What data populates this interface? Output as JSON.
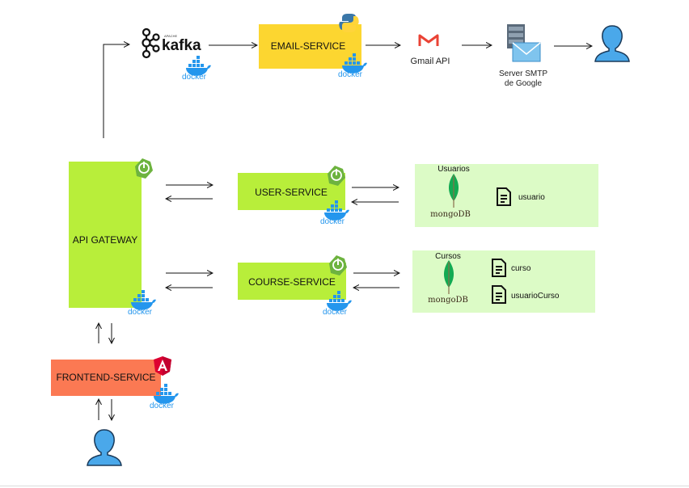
{
  "kafka": {
    "label": "kafka",
    "sublabel": "APACHE"
  },
  "docker_label": "docker",
  "email_service": {
    "label": "EMAIL-SERVICE"
  },
  "gmail_api": {
    "label": "Gmail API"
  },
  "smtp": {
    "line1": "Server SMTP",
    "line2": "de Google"
  },
  "api_gateway": {
    "label": "API GATEWAY"
  },
  "user_service": {
    "label": "USER-SERVICE"
  },
  "course_service": {
    "label": "COURSE-SERVICE"
  },
  "frontend_service": {
    "label": "FRONTEND-SERVICE"
  },
  "usuarios_db": {
    "title": "Usuarios",
    "mongo": "mongoDB",
    "collections": [
      "usuario"
    ]
  },
  "cursos_db": {
    "title": "Cursos",
    "mongo": "mongoDB",
    "collections": [
      "curso",
      "usuarioCurso"
    ]
  },
  "colors": {
    "service_green": "#b8ee3a",
    "db_panel": "#dcfbc6",
    "email_yellow": "#fcd630",
    "frontend_orange": "#fb7953",
    "spring_green": "#6db33f",
    "docker_blue": "#2496ed",
    "mongo_green": "#13aa52",
    "angular_red": "#dd0031",
    "user_blue": "#4aa8ea"
  }
}
